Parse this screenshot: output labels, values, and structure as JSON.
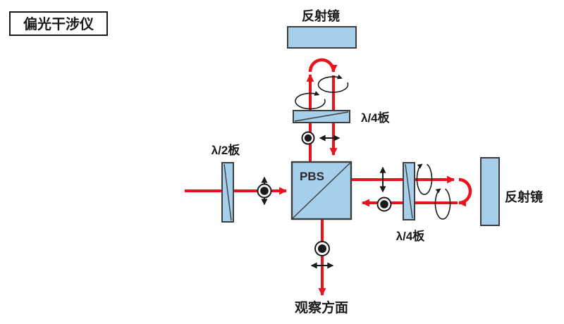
{
  "title": "偏光干涉仪",
  "colors": {
    "optic_fill": "#a6cfec",
    "optic_stroke": "#3d3d3d",
    "beam": "#e8131c",
    "ink": "#1a1a1a"
  },
  "labels": {
    "top_mirror": "反射镜",
    "top_quarter_wave_plate": "λ/4板",
    "half_wave_plate": "λ/2板",
    "pbs": "PBS",
    "right_quarter_wave_plate": "λ/4板",
    "right_mirror": "反射镜",
    "observation_plane": "观察方面"
  },
  "icons": {
    "out_of_plane_polarization": "circled-dot",
    "horizontal_polarization": "horizontal-double-arrow",
    "vertical_polarization": "vertical-double-arrow",
    "circular_polarization": "elliptical-rotation-arrow"
  }
}
